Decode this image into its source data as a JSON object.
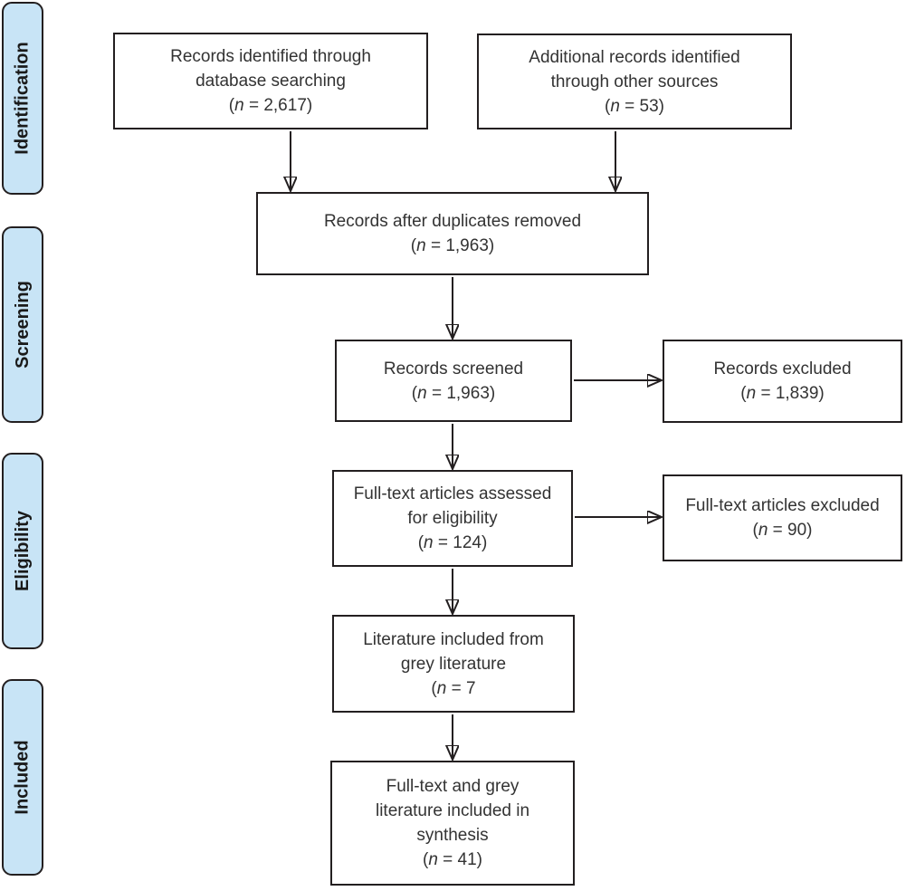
{
  "colors": {
    "stage_fill": "#c8e4f6",
    "stroke": "#231f20",
    "text": "#333333"
  },
  "stages": [
    {
      "label": "Identification"
    },
    {
      "label": "Screening"
    },
    {
      "label": "Eligibility"
    },
    {
      "label": "Included"
    }
  ],
  "boxes": [
    {
      "id": "records-identified",
      "lines": [
        "Records identified through",
        "database searching"
      ],
      "count": {
        "pre": "(",
        "n": "n",
        "post": " = 2,617)"
      }
    },
    {
      "id": "additional-records",
      "lines": [
        "Additional records identified",
        "through other sources"
      ],
      "count": {
        "pre": "(",
        "n": "n",
        "post": " = 53)"
      }
    },
    {
      "id": "after-duplicates",
      "lines": [
        "Records after duplicates removed"
      ],
      "count": {
        "pre": "(",
        "n": "n",
        "post": " = 1,963)"
      }
    },
    {
      "id": "records-screened",
      "lines": [
        "Records screened"
      ],
      "count": {
        "pre": "(",
        "n": "n",
        "post": " = 1,963)"
      }
    },
    {
      "id": "records-excluded",
      "lines": [
        "Records excluded"
      ],
      "count": {
        "pre": "(",
        "n": "n",
        "post": " = 1,839)"
      }
    },
    {
      "id": "fulltext-assessed",
      "lines": [
        "Full-text articles assessed",
        "for eligibility"
      ],
      "count": {
        "pre": "(",
        "n": "n",
        "post": " = 124)"
      }
    },
    {
      "id": "fulltext-excluded",
      "lines": [
        "Full-text articles excluded"
      ],
      "count": {
        "pre": "(",
        "n": "n",
        "post": " = 90)"
      }
    },
    {
      "id": "grey-literature",
      "lines": [
        "Literature included from",
        "grey literature"
      ],
      "count": {
        "pre": "(",
        "n": "n",
        "post": " = 7"
      }
    },
    {
      "id": "included-synthesis",
      "lines": [
        "Full-text and grey",
        "literature included in",
        "synthesis"
      ],
      "count": {
        "pre": "(",
        "n": "n",
        "post": " = 41)"
      }
    }
  ]
}
